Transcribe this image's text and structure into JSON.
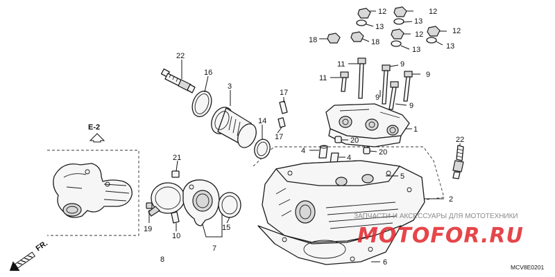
{
  "section": {
    "label": "E-2"
  },
  "direction": {
    "label": "FR."
  },
  "diagram_code": "MCV8E0201",
  "watermark": {
    "tagline": "ЗАПЧАСТИ И АКСЕССУАРЫ ДЛЯ МОТОТЕХНИКИ",
    "brand": "MOTOFOR.RU"
  },
  "callouts": [
    {
      "id": "c12a",
      "num": "12"
    },
    {
      "id": "c12b",
      "num": "12"
    },
    {
      "id": "c13a",
      "num": "13"
    },
    {
      "id": "c13b",
      "num": "13"
    },
    {
      "id": "c18a",
      "num": "18"
    },
    {
      "id": "c18b",
      "num": "18"
    },
    {
      "id": "c12c",
      "num": "12"
    },
    {
      "id": "c12d",
      "num": "12"
    },
    {
      "id": "c13c",
      "num": "13"
    },
    {
      "id": "c13d",
      "num": "13"
    },
    {
      "id": "c11a",
      "num": "11"
    },
    {
      "id": "c11b",
      "num": "11"
    },
    {
      "id": "c9a",
      "num": "9"
    },
    {
      "id": "c9b",
      "num": "9"
    },
    {
      "id": "c9c",
      "num": "9"
    },
    {
      "id": "c9d",
      "num": "9"
    },
    {
      "id": "c22a",
      "num": "22"
    },
    {
      "id": "c16",
      "num": "16"
    },
    {
      "id": "c3",
      "num": "3"
    },
    {
      "id": "c17a",
      "num": "17"
    },
    {
      "id": "c17b",
      "num": "17"
    },
    {
      "id": "c14",
      "num": "14"
    },
    {
      "id": "c1",
      "num": "1"
    },
    {
      "id": "c20a",
      "num": "20"
    },
    {
      "id": "c20b",
      "num": "20"
    },
    {
      "id": "c4a",
      "num": "4"
    },
    {
      "id": "c4b",
      "num": "4"
    },
    {
      "id": "c22b",
      "num": "22"
    },
    {
      "id": "c5",
      "num": "5"
    },
    {
      "id": "c21",
      "num": "21"
    },
    {
      "id": "c2",
      "num": "2"
    },
    {
      "id": "c19",
      "num": "19"
    },
    {
      "id": "c10",
      "num": "10"
    },
    {
      "id": "c15",
      "num": "15"
    },
    {
      "id": "c7",
      "num": "7"
    },
    {
      "id": "c8",
      "num": "8"
    },
    {
      "id": "c6",
      "num": "6"
    }
  ]
}
